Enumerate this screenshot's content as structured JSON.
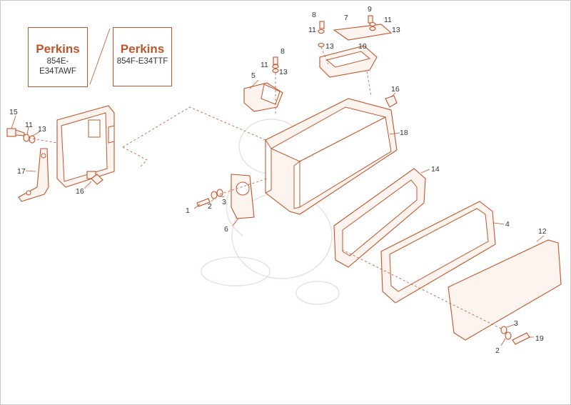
{
  "engine_variants": [
    {
      "brand": "Perkins",
      "model_lines": [
        "854E-",
        "E34TAWF"
      ]
    },
    {
      "brand": "Perkins",
      "model_lines": [
        "854F-E34TTF"
      ]
    }
  ],
  "callouts": [
    {
      "id": "c15",
      "label": "15"
    },
    {
      "id": "c11a",
      "label": "11"
    },
    {
      "id": "c13a",
      "label": "13"
    },
    {
      "id": "c17",
      "label": "17"
    },
    {
      "id": "c16a",
      "label": "16"
    },
    {
      "id": "c8a",
      "label": "8"
    },
    {
      "id": "c11b",
      "label": "11"
    },
    {
      "id": "c13b",
      "label": "13"
    },
    {
      "id": "c7",
      "label": "7"
    },
    {
      "id": "c9",
      "label": "9"
    },
    {
      "id": "c11c",
      "label": "11"
    },
    {
      "id": "c13c",
      "label": "13"
    },
    {
      "id": "c8b",
      "label": "8"
    },
    {
      "id": "c11d",
      "label": "11"
    },
    {
      "id": "c13d",
      "label": "13"
    },
    {
      "id": "c10",
      "label": "10"
    },
    {
      "id": "c5",
      "label": "5"
    },
    {
      "id": "c16b",
      "label": "16"
    },
    {
      "id": "c18",
      "label": "18"
    },
    {
      "id": "c14",
      "label": "14"
    },
    {
      "id": "c1",
      "label": "1"
    },
    {
      "id": "c2a",
      "label": "2"
    },
    {
      "id": "c3a",
      "label": "3"
    },
    {
      "id": "c6",
      "label": "6"
    },
    {
      "id": "c4",
      "label": "4"
    },
    {
      "id": "c12",
      "label": "12"
    },
    {
      "id": "c3b",
      "label": "3"
    },
    {
      "id": "c19",
      "label": "19"
    },
    {
      "id": "c2b",
      "label": "2"
    }
  ],
  "colors": {
    "line": "#c0552b",
    "text": "#333333",
    "frame": "#c9c9c9",
    "watermark": "#e7e2df"
  }
}
